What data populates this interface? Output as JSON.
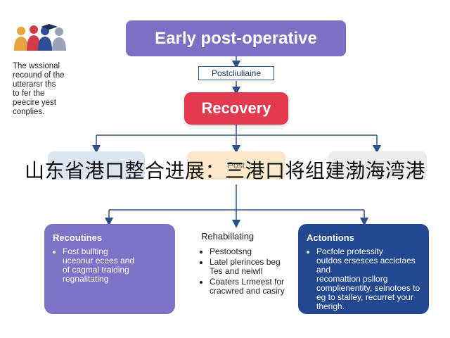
{
  "title": "Early post-operative",
  "sub_label": "Postcliuliaine",
  "center_box": "Recovery",
  "faded_boxes": [
    "",
    "Post",
    ""
  ],
  "banner": "山东省港口整合进展：三港口将组建渤海湾港",
  "side_note": [
    "The wssional",
    "recound of the",
    "utterarsr ths",
    "to fer the",
    "peecire yest",
    "conplies."
  ],
  "left_card": {
    "title": "Recoutines",
    "items": [
      "Fost bullting",
      "uceonur ecees and",
      "of cagmal traiding",
      "regnalitating"
    ]
  },
  "mid_col": {
    "title": "Rehabillating",
    "items": [
      "Pestootsng",
      "Latel plerinces beg Tes and neiwll",
      "Coaters Lrmeest for cracwred and casiry"
    ]
  },
  "right_card": {
    "title": "Actontions",
    "items": [
      "Pocfole protessity",
      "outdos ersesces accictaes and",
      "recomattion psllorg complienentity, seinotoes to eg to stalley, recurret your therigh."
    ]
  },
  "colors": {
    "title_bg": "#7b70c4",
    "recovery_bg": "#e23a4e",
    "left_card_bg": "#7d73c6",
    "right_card_bg": "#24488f",
    "connector": "#2b4f8a"
  },
  "logo_icon": "people-group-icon"
}
